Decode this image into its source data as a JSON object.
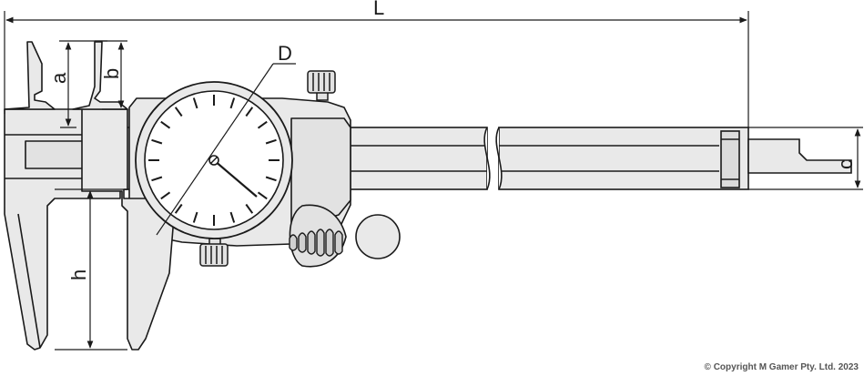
{
  "labels": {
    "L": "L",
    "D": "D",
    "a": "a",
    "b": "b",
    "c": "c",
    "h": "h"
  },
  "copyright": "© Copyright M Gamer Pty. Ltd. 2023",
  "colors": {
    "body_fill": "#e9e9e9",
    "line": "#1a1a1a",
    "shadow": "#cfcfcf",
    "background": "#ffffff"
  }
}
